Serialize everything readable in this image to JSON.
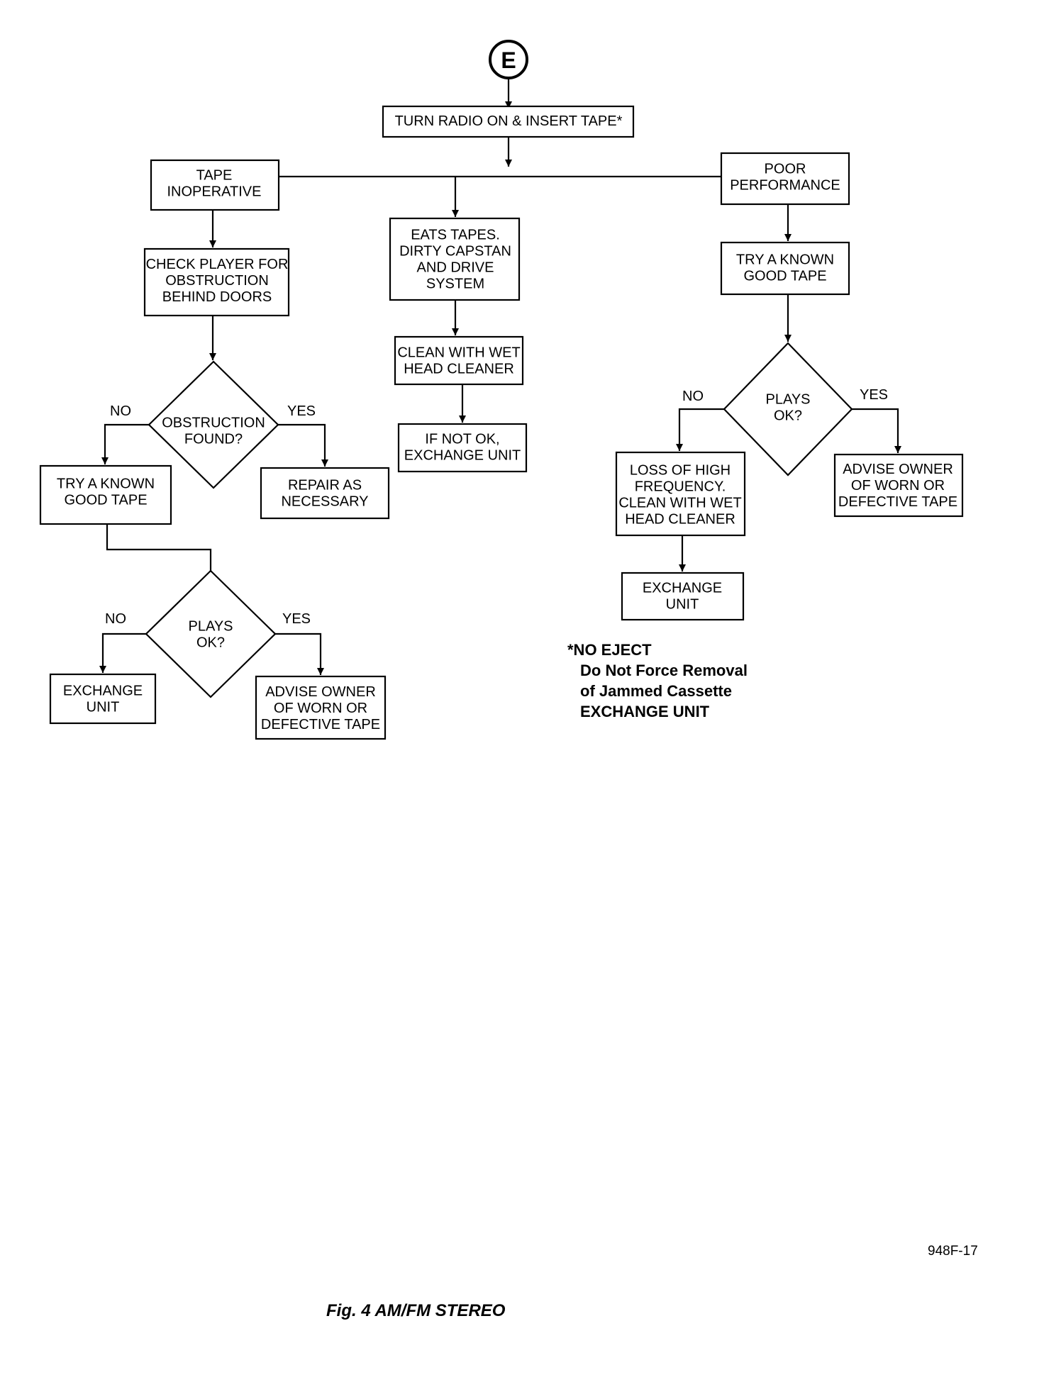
{
  "start": {
    "label": "E"
  },
  "nodes": {
    "turn_radio": [
      "TURN RADIO ON & INSERT TAPE*"
    ],
    "tape_inoperative": [
      "TAPE",
      "INOPERATIVE"
    ],
    "eats_tapes": [
      "EATS TAPES.",
      "DIRTY CAPSTAN",
      "AND DRIVE",
      "SYSTEM"
    ],
    "poor_performance": [
      "POOR",
      "PERFORMANCE"
    ],
    "check_player": [
      "CHECK PLAYER FOR",
      "OBSTRUCTION",
      "BEHIND DOORS"
    ],
    "clean_wet_head": [
      "CLEAN WITH WET",
      "HEAD CLEANER"
    ],
    "if_not_ok": [
      "IF NOT OK,",
      "EXCHANGE UNIT"
    ],
    "try_known_right": [
      "TRY A KNOWN",
      "GOOD TAPE"
    ],
    "obstruction_found": [
      "OBSTRUCTION",
      "FOUND?"
    ],
    "plays_ok_right": [
      "PLAYS",
      "OK?"
    ],
    "try_known_left": [
      "TRY A KNOWN",
      "GOOD TAPE"
    ],
    "repair": [
      "REPAIR AS",
      "NECESSARY"
    ],
    "loss_high_freq": [
      "LOSS OF HIGH",
      "FREQUENCY.",
      "CLEAN WITH WET",
      "HEAD CLEANER"
    ],
    "advise_right": [
      "ADVISE OWNER",
      "OF WORN OR",
      "DEFECTIVE TAPE"
    ],
    "exchange_mid": [
      "EXCHANGE",
      "UNIT"
    ],
    "plays_ok_left": [
      "PLAYS",
      "OK?"
    ],
    "exchange_left": [
      "EXCHANGE",
      "UNIT"
    ],
    "advise_left": [
      "ADVISE OWNER",
      "OF WORN OR",
      "DEFECTIVE TAPE"
    ]
  },
  "branch_labels": {
    "obstruction_no": "NO",
    "obstruction_yes": "YES",
    "plays_right_no": "NO",
    "plays_right_yes": "YES",
    "plays_left_no": "NO",
    "plays_left_yes": "YES"
  },
  "footnote": {
    "line1": "*NO EJECT",
    "line2": "Do Not Force Removal",
    "line3": "of Jammed Cassette",
    "line4": "EXCHANGE UNIT"
  },
  "figure_ref": "948F-17",
  "caption": "Fig. 4 AM/FM STEREO"
}
